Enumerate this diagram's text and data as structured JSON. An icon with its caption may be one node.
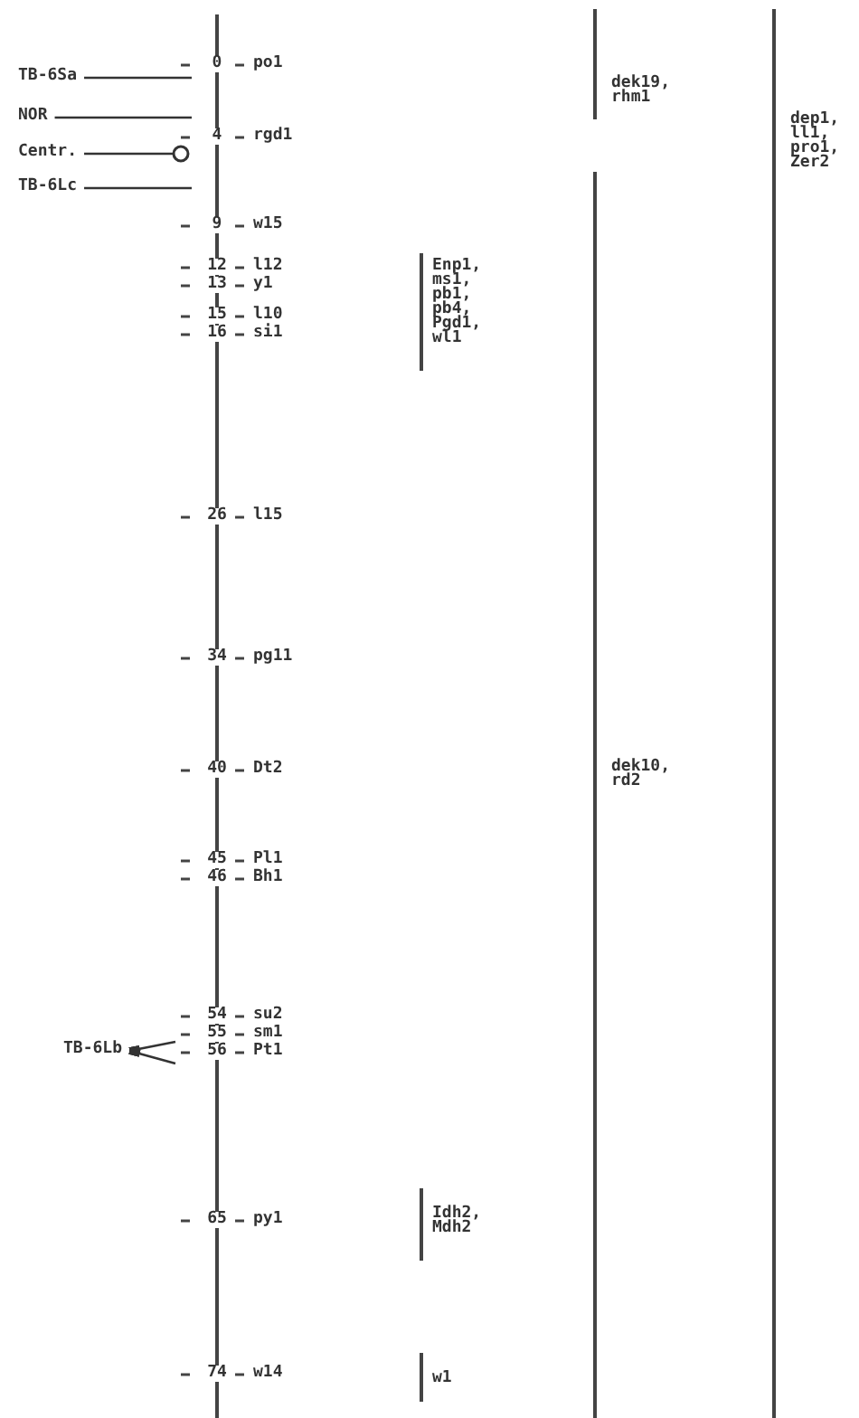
{
  "diagram": {
    "nodes": [
      {
        "text": [
          "TB-6Sa"
        ]
      },
      {
        "text": [
          "NOR"
        ]
      },
      {
        "text": [
          "Centr."
        ]
      },
      {
        "text": [
          "TB-6Lc"
        ]
      },
      {
        "text": [
          "TB-6Lb"
        ]
      },
      {
        "text": [],
        "shape": "circle"
      }
    ],
    "edges": [
      {
        "from": 0,
        "to": null,
        "arrow": "none"
      },
      {
        "from": 1,
        "to": null,
        "arrow": "none"
      },
      {
        "from": 2,
        "to": 5,
        "arrow": "none"
      },
      {
        "from": 3,
        "to": null,
        "arrow": "none"
      },
      {
        "from": 4,
        "to": null,
        "arrow": "other"
      },
      {
        "from": 4,
        "to": null,
        "arrow": "other"
      }
    ],
    "labels": [
      "0",
      "po1",
      "dek19, rhm1",
      "4",
      "rgd1",
      "dep1, ll1, pro1, Zer2",
      "9",
      "w15",
      "12",
      "l12",
      "Enp1, ms1, pb1, pb4, Pgd1, wl1",
      "13",
      "y1",
      "15",
      "l10",
      "16",
      "si1",
      "26",
      "l15",
      "34",
      "pg11",
      "40",
      "Dt2",
      "dek10, rd2",
      "45",
      "Pl1",
      "46",
      "Bh1",
      "54",
      "su2",
      "55",
      "sm1",
      "56",
      "Pt1",
      "65",
      "py1",
      "Idh2, Mdh2",
      "74",
      "w14",
      "w1"
    ]
  }
}
